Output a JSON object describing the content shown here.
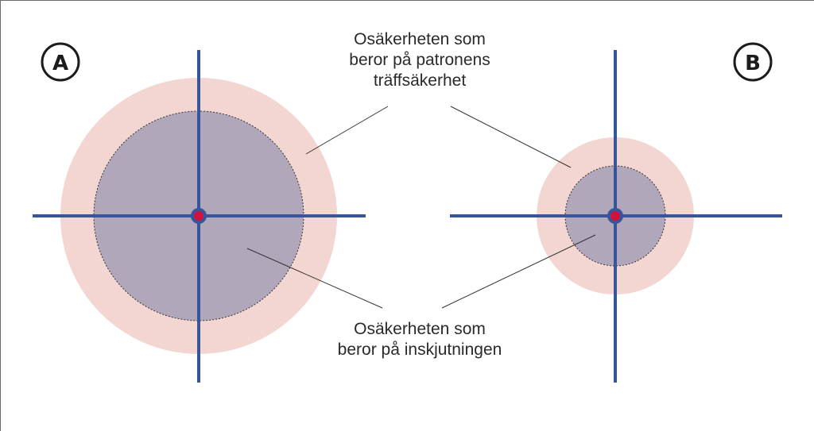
{
  "panels": [
    {
      "label": "A"
    },
    {
      "label": "B"
    }
  ],
  "annotations": {
    "top": [
      "Osäkerheten som",
      "beror på patronens",
      "träffsäkerhet"
    ],
    "bottom": [
      "Osäkerheten som",
      "beror på inskjutningen"
    ]
  },
  "colors": {
    "outer": "#f3d6d1",
    "inner": "#b1a7bb",
    "crosshair": "#36559a",
    "center": "#d3123c"
  }
}
